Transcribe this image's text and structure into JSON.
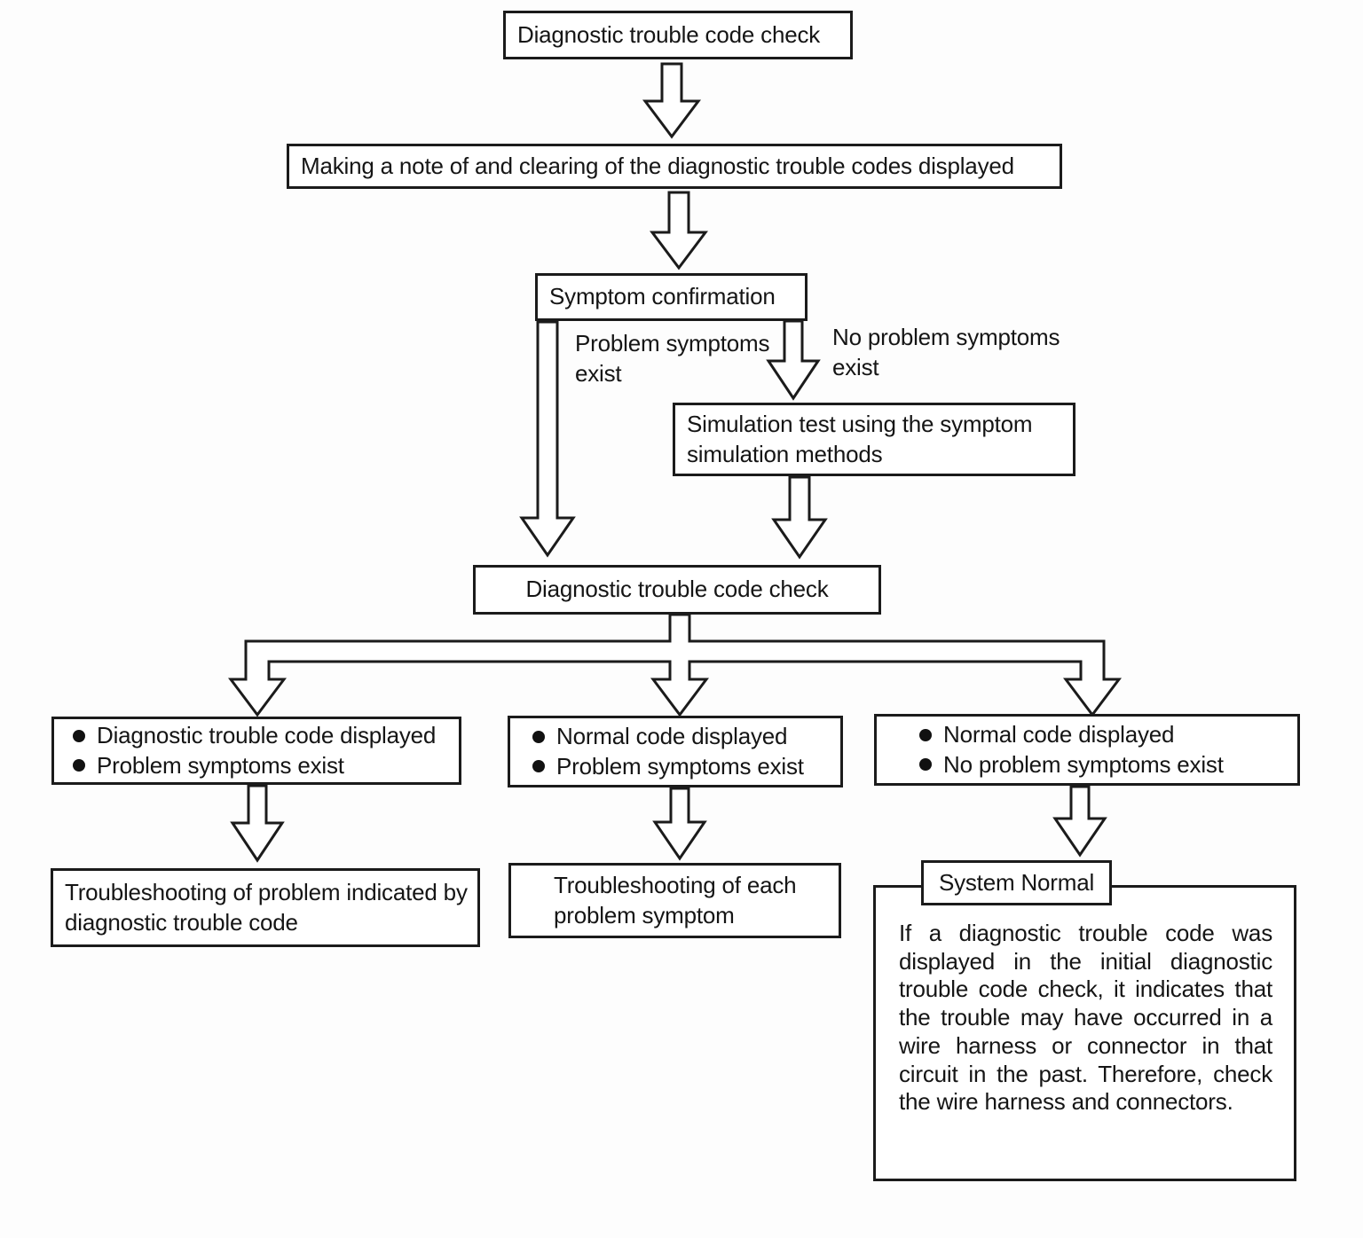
{
  "nodes": {
    "dtc_check_1": {
      "label": "Diagnostic trouble code check"
    },
    "note_and_clear": {
      "label": "Making a note of and clearing of the diagnostic trouble codes displayed"
    },
    "symptom_confirmation": {
      "label": "Symptom confirmation"
    },
    "simulation_test": {
      "label": "Simulation test using the symptom simulation methods"
    },
    "dtc_check_2": {
      "label": "Diagnostic trouble code check"
    },
    "branch_dtc_displayed": {
      "items": [
        "Diagnostic trouble code displayed",
        "Problem symptoms exist"
      ]
    },
    "branch_normal_problem": {
      "items": [
        "Normal code displayed",
        "Problem symptoms exist"
      ]
    },
    "branch_normal_no_problem": {
      "items": [
        "Normal code displayed",
        "No problem symptoms exist"
      ]
    },
    "troubleshoot_dtc": {
      "label": "Troubleshooting of problem indicated by diagnostic trouble code"
    },
    "troubleshoot_symptom": {
      "label": "Troubleshooting of each problem symptom"
    },
    "system_normal": {
      "title": "System Normal",
      "body": "If a diagnostic trouble code was displayed in the initial diagnostic trouble code check, it indicates that the trouble may have occurred in a wire harness or connector in that circuit in the past. Therefore, check the wire harness and connectors."
    }
  },
  "edge_labels": {
    "problem_symptoms_exist": "Problem symptoms exist",
    "no_problem_symptoms_exist": "No problem symptoms exist"
  },
  "colors": {
    "ink": "#151515",
    "background": "#fdfdfd",
    "box_fill": "#ffffff"
  }
}
